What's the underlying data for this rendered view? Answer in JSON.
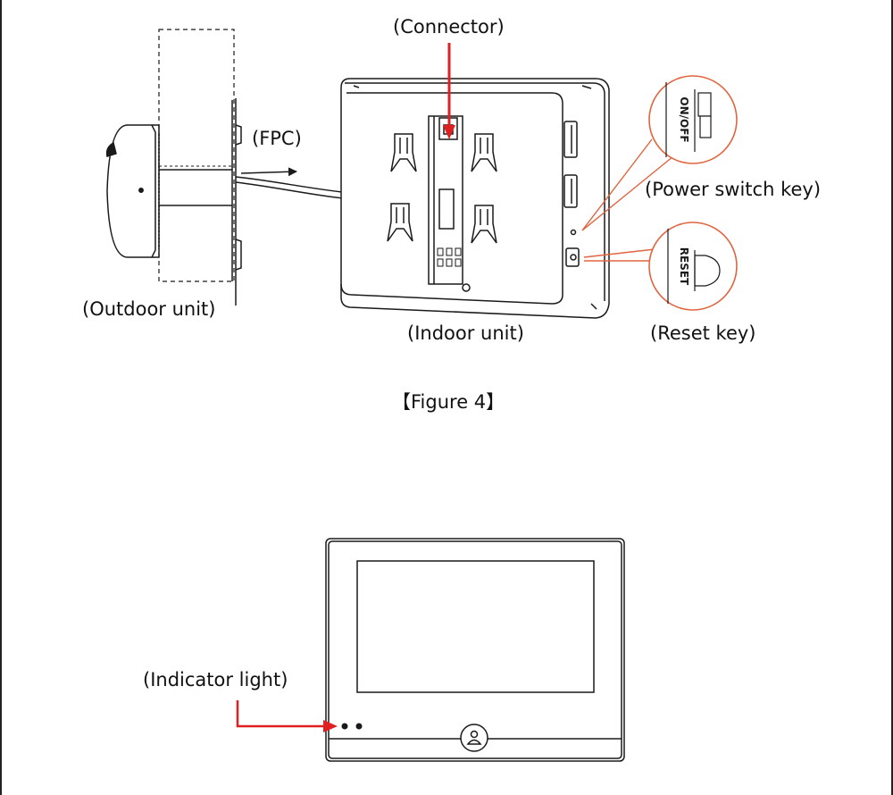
{
  "figure1": {
    "connector": "(Connector)",
    "fpc": "(FPC)",
    "outdoor_unit": "(Outdoor unit)",
    "indoor_unit": "(Indoor unit)",
    "power_switch_key": "(Power switch key)",
    "reset_key": "(Reset key)",
    "caption": "【Figure 4】",
    "switch_text": "ON/OFF",
    "reset_text": "RESET",
    "colors": {
      "callout": "#e0653f",
      "arrow": "#e02020",
      "line": "#1a1a1a"
    }
  },
  "figure2": {
    "indicator_light": "(Indicator light)",
    "colors": {
      "arrow": "#e02020"
    }
  }
}
